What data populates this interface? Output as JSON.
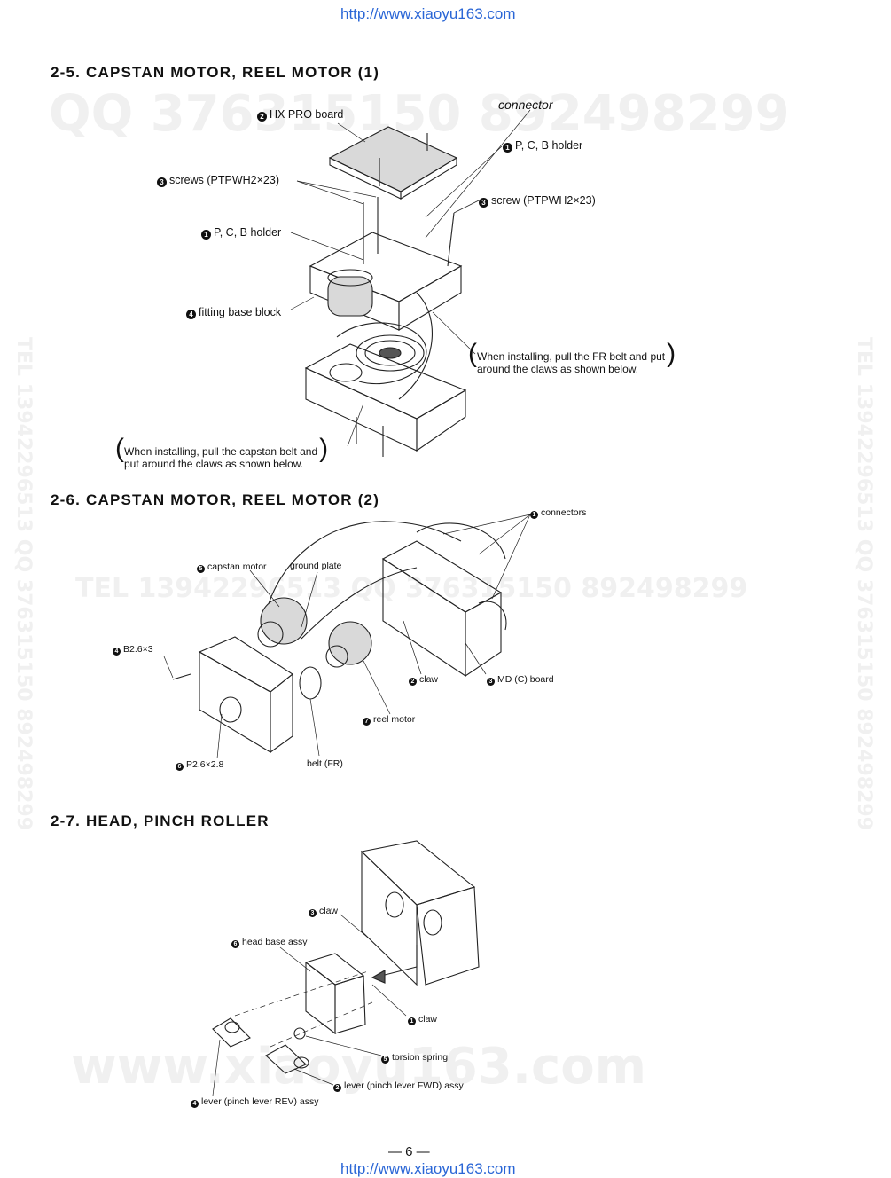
{
  "header_url": "http://www.xiaoyu163.com",
  "footer_url": "http://www.xiaoyu163.com",
  "watermarks": {
    "qq_top": "QQ 376315150  892498299",
    "tel_mid": "TEL 13942296513   QQ 376315150  892498299",
    "site_bottom": "www.xiaoyu163.com",
    "side_left": "TEL 13942296513  QQ 376315150  892498299",
    "side_right": "TEL 13942296513  QQ 376315150  892498299"
  },
  "sections": [
    {
      "title": "2-5. CAPSTAN MOTOR, REEL MOTOR (1)",
      "labels": {
        "connector": "connector",
        "hx_pro_board": "HX PRO board",
        "pcb_holder_right": "P, C, B holder",
        "screws": "screws (PTPWH2×23)",
        "screw": "screw (PTPWH2×23)",
        "pcb_holder_left": "P, C, B holder",
        "fitting_base_block": "fitting base block"
      },
      "numbers": {
        "n1": "1",
        "n2": "2",
        "n3": "3",
        "n4": "4"
      },
      "notes": {
        "fr_belt_line1": "When installing, pull the FR belt and put",
        "fr_belt_line2": "around the claws as shown below.",
        "capstan_belt_line1": "When installing, pull the capstan belt and",
        "capstan_belt_line2": "put around the claws as shown below."
      }
    },
    {
      "title": "2-6. CAPSTAN MOTOR, REEL MOTOR (2)",
      "labels": {
        "connectors": "connectors",
        "capstan_motor": "capstan motor",
        "ground_plate": "ground plate",
        "b26x3": "B2.6×3",
        "claw": "claw",
        "md_c_board": "MD (C) board",
        "reel_motor": "reel motor",
        "p26x28": "P2.6×2.8",
        "belt_fr": "belt (FR)"
      },
      "numbers": {
        "n1": "1",
        "n2": "2",
        "n3": "3",
        "n4": "4",
        "n5": "5",
        "n6": "6",
        "n7": "7"
      }
    },
    {
      "title": "2-7. HEAD, PINCH ROLLER",
      "labels": {
        "claw3": "claw",
        "head_base_assy": "head base assy",
        "claw1": "claw",
        "torsion_spring": "torsion spring",
        "lever_fwd": "lever (pinch lever FWD) assy",
        "lever_rev": "lever (pinch lever REV) assy"
      },
      "numbers": {
        "n1": "1",
        "n2": "2",
        "n3": "3",
        "n4": "4",
        "n5": "5",
        "n6": "6"
      }
    }
  ],
  "page_number": "— 6 —"
}
